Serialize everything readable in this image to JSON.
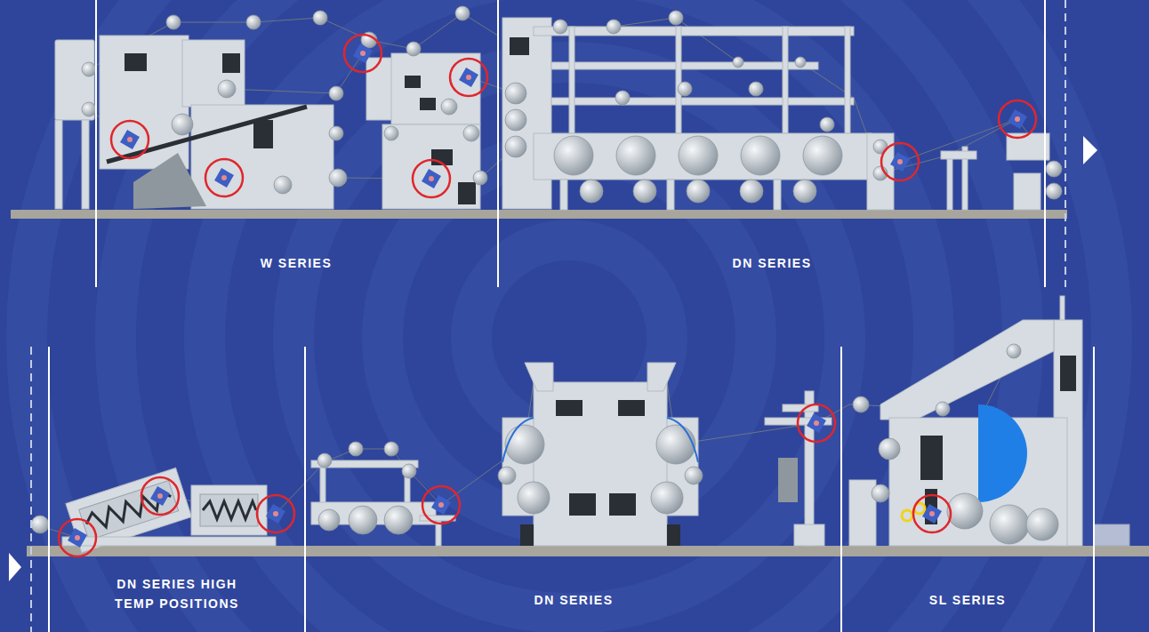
{
  "diagram": {
    "labels": [
      "W SERIES",
      "DN SERIES",
      "DN SERIES HIGH TEMP POSITIONS",
      "DN SERIES",
      "SL SERIES"
    ]
  }
}
